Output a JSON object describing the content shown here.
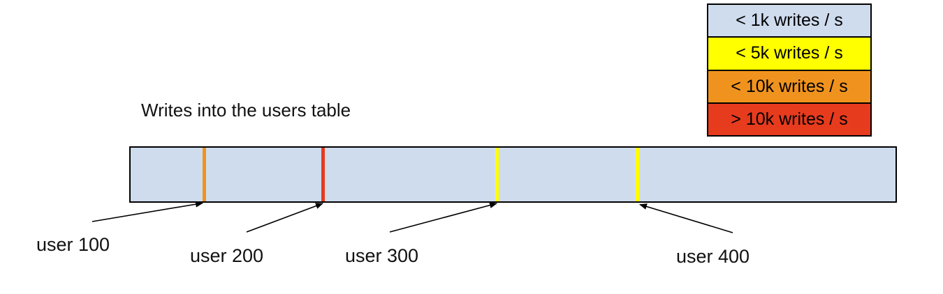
{
  "title": "Writes into the users table",
  "legend": {
    "items": [
      {
        "label": "< 1k writes / s",
        "color": "#cfdcee"
      },
      {
        "label": "< 5k writes / s",
        "color": "#ffff00"
      },
      {
        "label": "< 10k writes / s",
        "color": "#f0931e"
      },
      {
        "label": "> 10k writes / s",
        "color": "#e73b1e"
      }
    ]
  },
  "bar": {
    "fill_color": "#cfdcee",
    "border_color": "#000000",
    "ticks": [
      {
        "user": "user 100",
        "color": "#f0931e"
      },
      {
        "user": "user 200",
        "color": "#e73b1e"
      },
      {
        "user": "user 300",
        "color": "#ffff00"
      },
      {
        "user": "user 400",
        "color": "#ffff00"
      }
    ]
  },
  "annotations": [
    {
      "label": "user 100"
    },
    {
      "label": "user 200"
    },
    {
      "label": "user 300"
    },
    {
      "label": "user 400"
    }
  ]
}
